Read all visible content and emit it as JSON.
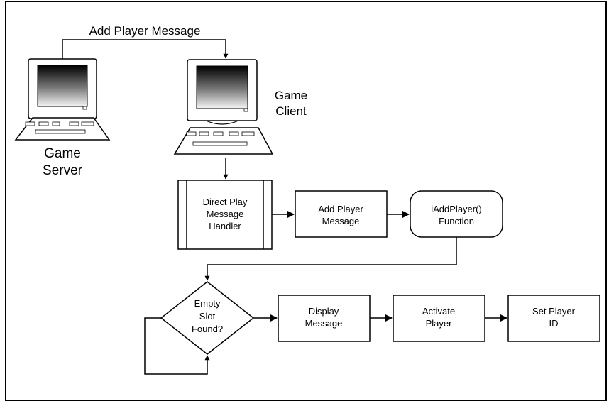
{
  "diagram": {
    "top_label": "Add Player Message",
    "server": {
      "line1": "Game",
      "line2": "Server"
    },
    "client": {
      "line1": "Game",
      "line2": "Client"
    },
    "handler": {
      "line1": "Direct Play",
      "line2": "Message",
      "line3": "Handler"
    },
    "add_player": {
      "line1": "Add Player",
      "line2": "Message"
    },
    "function": {
      "line1": "iAddPlayer()",
      "line2": "Function"
    },
    "decision": {
      "line1": "Empty",
      "line2": "Slot",
      "line3": "Found?"
    },
    "display": {
      "line1": "Display",
      "line2": "Message"
    },
    "activate": {
      "line1": "Activate",
      "line2": "Player"
    },
    "set_id": {
      "line1": "Set Player",
      "line2": "ID"
    }
  }
}
